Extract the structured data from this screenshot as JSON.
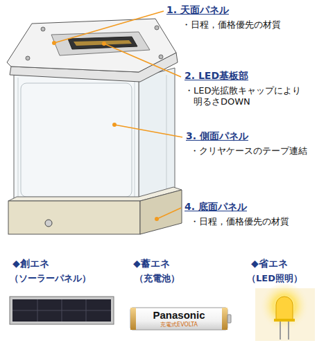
{
  "diagram": {
    "labels": [
      "1. 天面パネル",
      "・日程，価格優先の材質",
      "2. LED基板部",
      "・LED光拡散キャップにより 明るさDOWN",
      "3. 側面パネル",
      "・クリヤケースのテープ連結",
      "4. 底面パネル",
      "・日程，価格優先の材質",
      "◆創エネ",
      "（ソーラーパネル）",
      "◆蓄エネ",
      "（充電池）",
      "◆省エネ",
      "（LED照明）",
      "Panasonic",
      "充電式EVOLTA"
    ]
  }
}
